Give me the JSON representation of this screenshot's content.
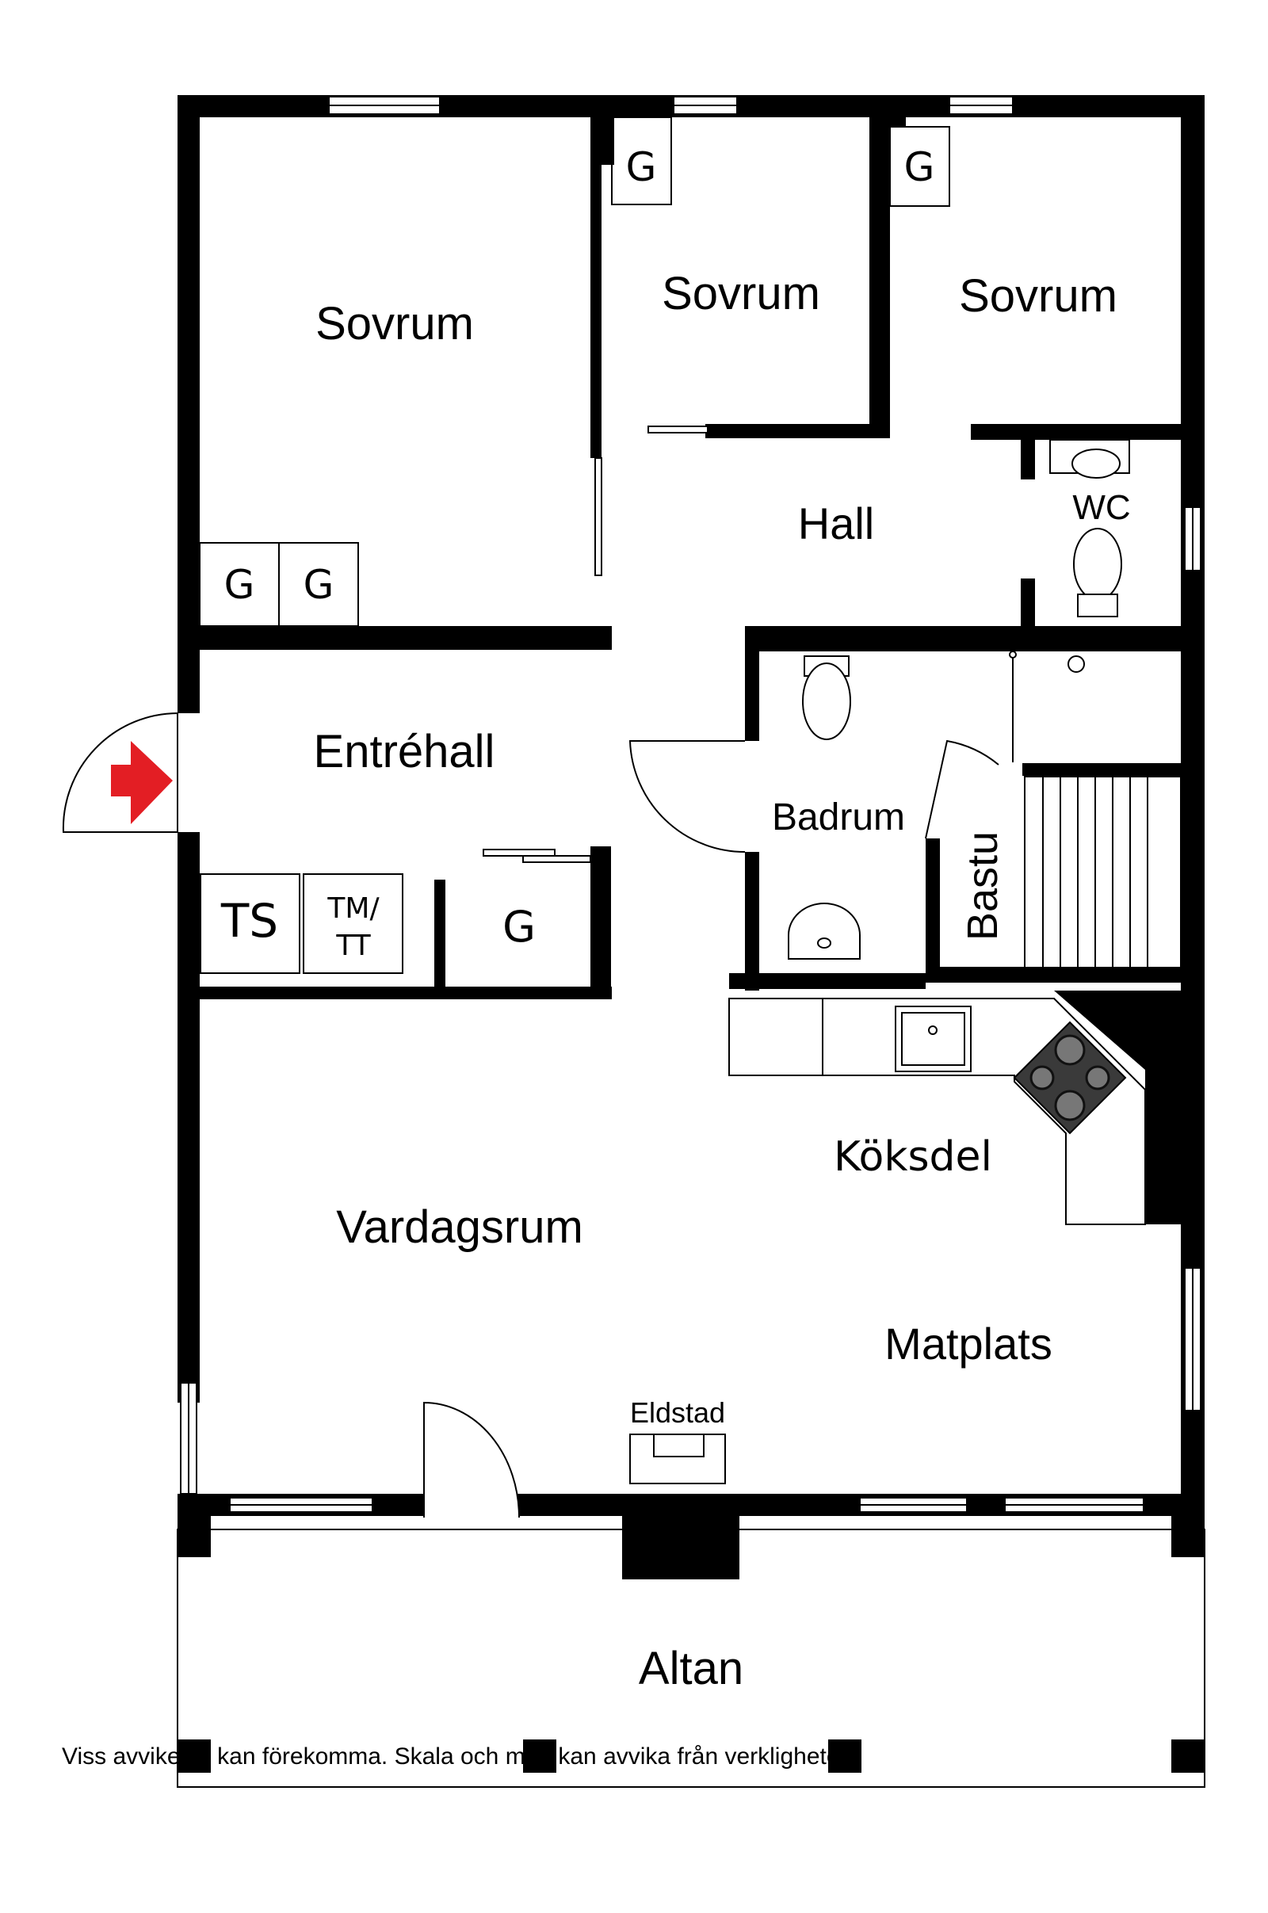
{
  "rooms": {
    "sovrum_1": "Sovrum",
    "sovrum_2": "Sovrum",
    "sovrum_3": "Sovrum",
    "hall": "Hall",
    "wc": "WC",
    "entrehall": "Entréhall",
    "badrum": "Badrum",
    "bastu": "Bastu",
    "koksdel": "Köksdel",
    "vardagsrum": "Vardagsrum",
    "matplats": "Matplats",
    "altan": "Altan"
  },
  "fixtures": {
    "closet": "G",
    "ts": "TS",
    "tm_line1": "TM/",
    "tm_line2": "TT",
    "eldstad": "Eldstad"
  },
  "footer": {
    "disclaimer": "Viss avvikelse kan förekomma. Skala och mått kan avvika från verkligheten."
  },
  "icons": {
    "entrance": "red-arrow-icon",
    "stove": "stove-icon",
    "sink": "sink-icon",
    "toilet": "toilet-icon"
  },
  "colors": {
    "wall": "#000000",
    "entrance_arrow": "#e31e24",
    "hob": "#3a3a3a"
  }
}
